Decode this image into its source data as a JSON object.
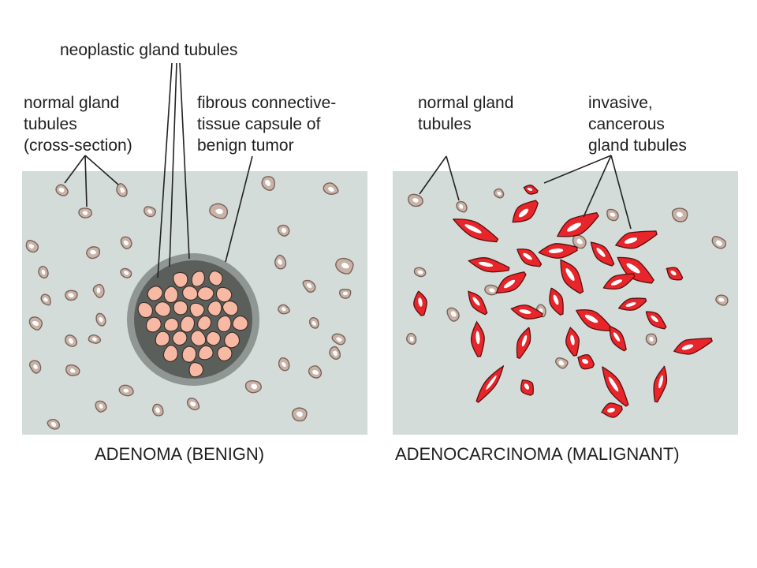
{
  "labels": {
    "neoplastic": "neoplastic gland tubules",
    "normal_left": "normal gland\ntubules\n(cross-section)",
    "capsule": "fibrous connective-\ntissue capsule of\nbenign tumor",
    "normal_right": "normal gland\ntubules",
    "invasive": "invasive,\ncancerous\ngland tubules"
  },
  "captions": {
    "benign": "ADENOMA (BENIGN)",
    "malignant": "ADENOCARCINOMA (MALIGNANT)"
  },
  "colors": {
    "tissue": "#d3dcd8",
    "normal_fill": "#c9b3a8",
    "normal_stroke": "#7a6258",
    "lumen": "#ffffff",
    "capsule": "#8f9693",
    "tumor_cell": "#f7b9a3",
    "cancer": "#e8252a",
    "line": "#222222"
  }
}
